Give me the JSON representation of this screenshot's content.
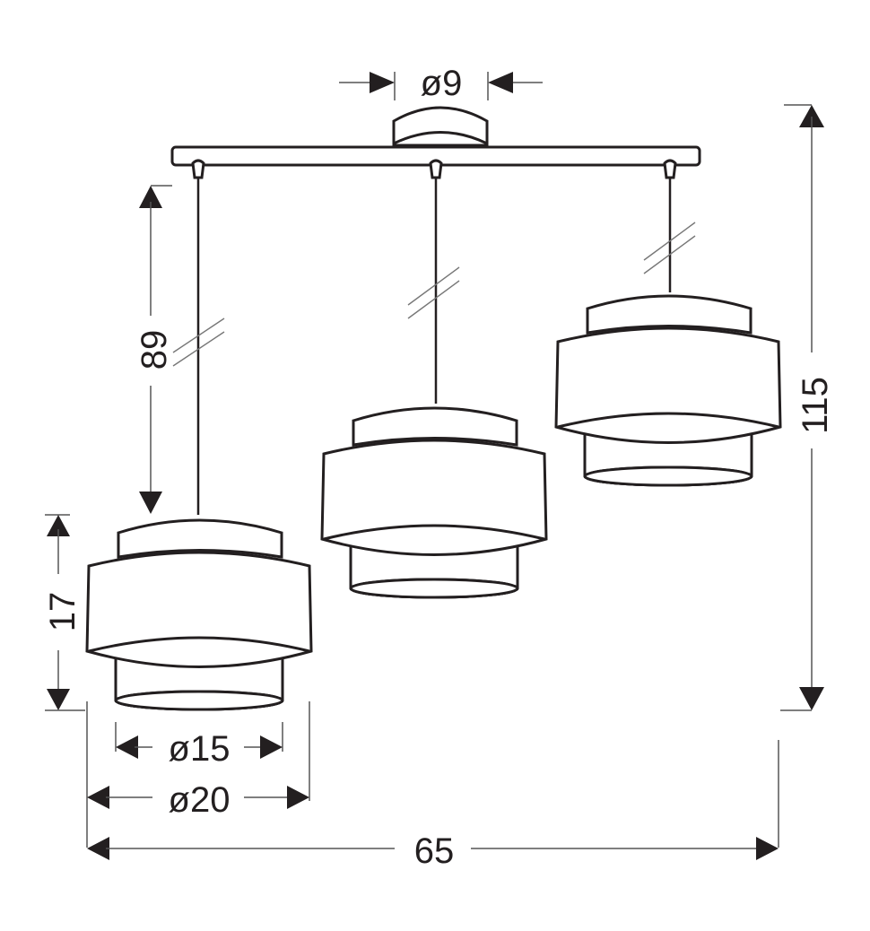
{
  "diagram": {
    "subject": "Three-light pendant lamp with tiered drum shades",
    "colors": {
      "line": "#231f20",
      "dimension_line": "#555555",
      "background": "#ffffff"
    },
    "dimensions": {
      "canopy_diameter": "ø9",
      "drop_length": "89",
      "shade_height": "17",
      "total_height": "115",
      "inner_shade_diameter": "ø15",
      "outer_shade_diameter": "ø20",
      "total_width": "65"
    },
    "components": [
      "ceiling-canopy",
      "mounting-bar",
      "suspension-cable",
      "tiered-shade-left",
      "tiered-shade-center",
      "tiered-shade-right"
    ]
  }
}
